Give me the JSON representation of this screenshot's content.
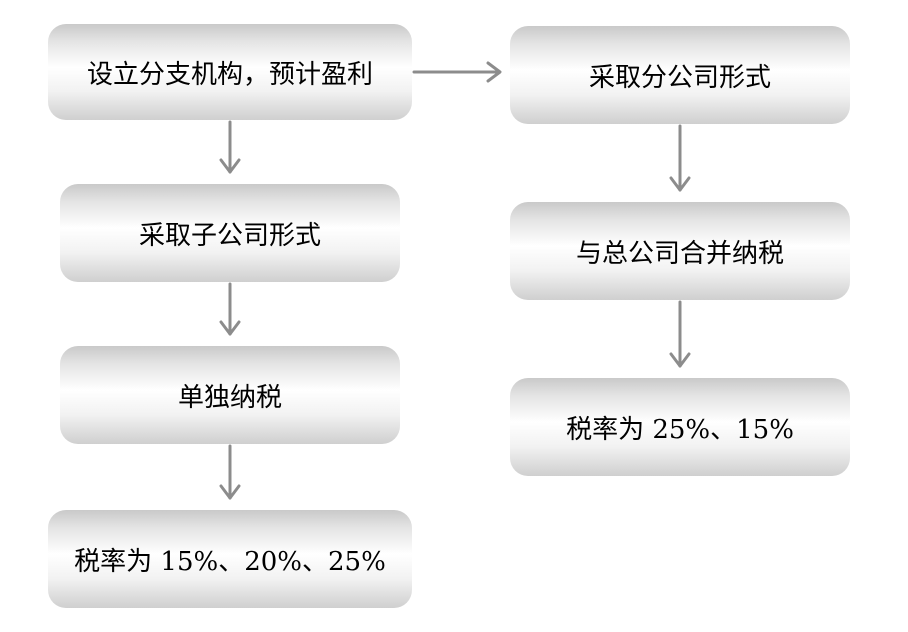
{
  "diagram": {
    "nodes": [
      {
        "id": "box-1",
        "label": "设立分支机构，预计盈利"
      },
      {
        "id": "box-2",
        "label": "采取子公司形式"
      },
      {
        "id": "box-3",
        "label": "单独纳税"
      },
      {
        "id": "box-4",
        "label": "税率为 15%、20%、25%"
      },
      {
        "id": "box-5",
        "label": "采取分公司形式"
      },
      {
        "id": "box-6",
        "label": "与总公司合并纳税"
      },
      {
        "id": "box-7",
        "label": "税率为 25%、15%"
      }
    ],
    "edges": [
      {
        "from": "box-1",
        "to": "box-5"
      },
      {
        "from": "box-1",
        "to": "box-2"
      },
      {
        "from": "box-2",
        "to": "box-3"
      },
      {
        "from": "box-3",
        "to": "box-4"
      },
      {
        "from": "box-5",
        "to": "box-6"
      },
      {
        "from": "box-6",
        "to": "box-7"
      }
    ],
    "colors": {
      "arrow": "#8c8c8c",
      "text": "#000000",
      "box_edge": "#c9c9c9",
      "box_center": "#ffffff"
    }
  }
}
